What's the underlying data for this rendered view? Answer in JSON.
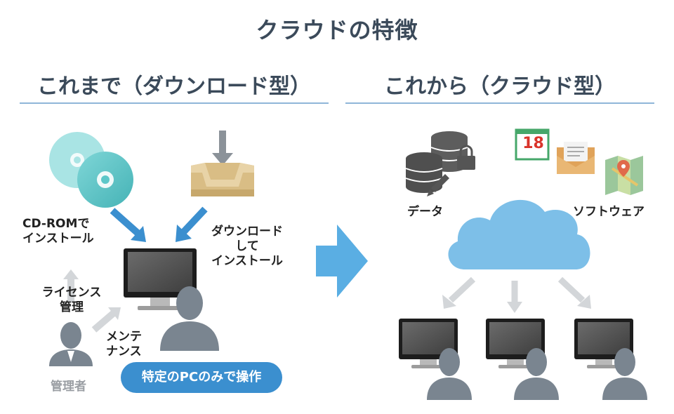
{
  "title": "クラウドの特徴",
  "left_section": {
    "heading": "これまで（ダウンロード型）",
    "cdrom_label": [
      "CD-ROMで",
      "インストール"
    ],
    "download_label": [
      "ダウンロード",
      "して",
      "インストール"
    ],
    "license_label": [
      "ライセンス",
      "管理"
    ],
    "maintenance_label": [
      "メンテ",
      "ナンス"
    ],
    "admin_label": "管理者",
    "pill_label": "特定のPCのみで操作"
  },
  "right_section": {
    "heading": "これから（クラウド型）",
    "data_label": "データ",
    "software_label": "ソフトウェア",
    "calendar_number": "18"
  },
  "colors": {
    "heading": "#3b4a5a",
    "accent_blue": "#3b8fcf",
    "cloud_blue": "#7dbfe8",
    "arrow_blue": "#5aaee3",
    "person_grey": "#7a8590",
    "disc_teal": "#5cc7c9"
  }
}
